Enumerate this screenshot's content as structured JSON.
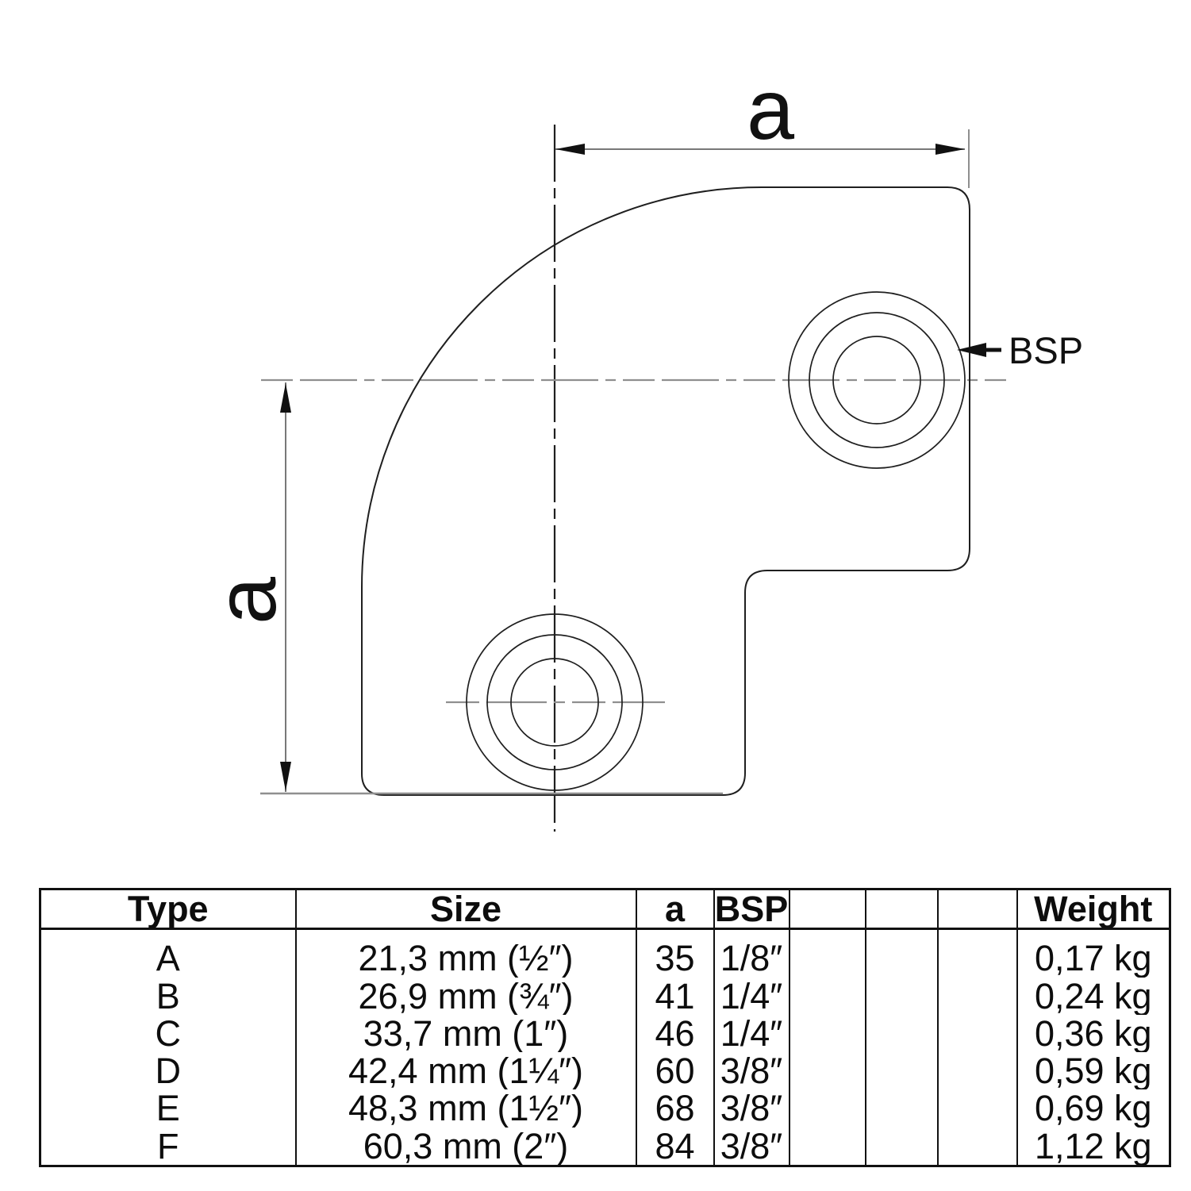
{
  "drawing": {
    "dim_top_label": "a",
    "dim_left_label": "a",
    "leader_label": "BSP"
  },
  "table": {
    "headers": {
      "type": "Type",
      "size": "Size",
      "a": "a",
      "bsp": "BSP",
      "weight": "Weight"
    },
    "rows": [
      {
        "type": "A",
        "size": "21,3 mm (½″)",
        "a": "35",
        "bsp": "1/8″",
        "weight": "0,17 kg"
      },
      {
        "type": "B",
        "size": "26,9 mm (¾″)",
        "a": "41",
        "bsp": "1/4″",
        "weight": "0,24 kg"
      },
      {
        "type": "C",
        "size": "33,7 mm (1″)",
        "a": "46",
        "bsp": "1/4″",
        "weight": "0,36 kg"
      },
      {
        "type": "D",
        "size": "42,4 mm (1¼″)",
        "a": "60",
        "bsp": "3/8″",
        "weight": "0,59 kg"
      },
      {
        "type": "E",
        "size": "48,3 mm (1½″)",
        "a": "68",
        "bsp": "3/8″",
        "weight": "0,69 kg"
      },
      {
        "type": "F",
        "size": "60,3 mm (2″)",
        "a": "84",
        "bsp": "3/8″",
        "weight": "1,12 kg"
      }
    ]
  },
  "colors": {
    "outline": "#1f1f1f",
    "centerline_dark": "#1f1f1f",
    "centerline_grey": "#8f8f8f",
    "dimension": "#787878",
    "arrowhead": "#111111",
    "table_border": "#111111",
    "background": "#ffffff"
  }
}
